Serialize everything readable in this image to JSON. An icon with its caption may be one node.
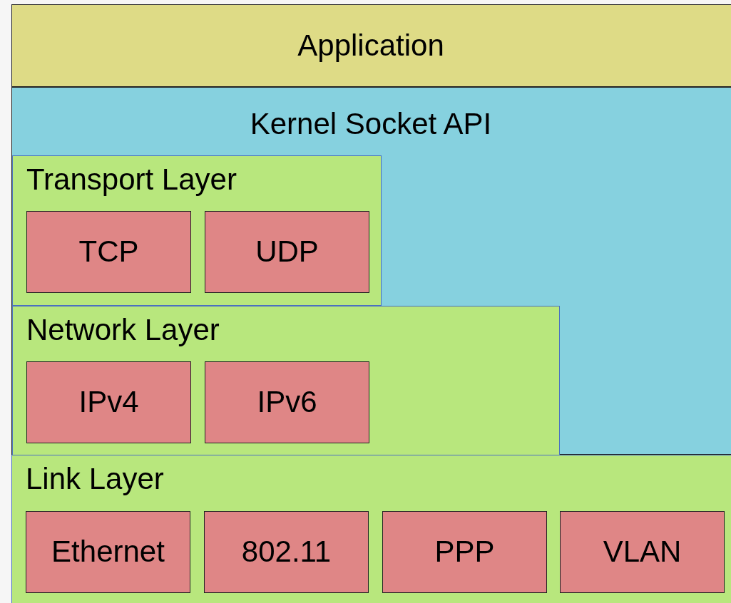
{
  "diagram": {
    "nodes": [
      {
        "text": [
          "Application"
        ]
      },
      {
        "text": [
          "Kernel Socket API"
        ]
      },
      {
        "text": [
          "Transport Layer"
        ],
        "in": 1
      },
      {
        "text": [
          "TCP"
        ],
        "in": 2
      },
      {
        "text": [
          "UDP"
        ],
        "in": 2
      },
      {
        "text": [
          "Network Layer"
        ],
        "in": 1
      },
      {
        "text": [
          "IPv4"
        ],
        "in": 5
      },
      {
        "text": [
          "IPv6"
        ],
        "in": 5
      },
      {
        "text": [
          "Link Layer"
        ]
      },
      {
        "text": [
          "Ethernet"
        ],
        "in": 8
      },
      {
        "text": [
          "802.11"
        ],
        "in": 8
      },
      {
        "text": [
          "PPP"
        ],
        "in": 8
      },
      {
        "text": [
          "VLAN"
        ],
        "in": 8
      }
    ]
  }
}
